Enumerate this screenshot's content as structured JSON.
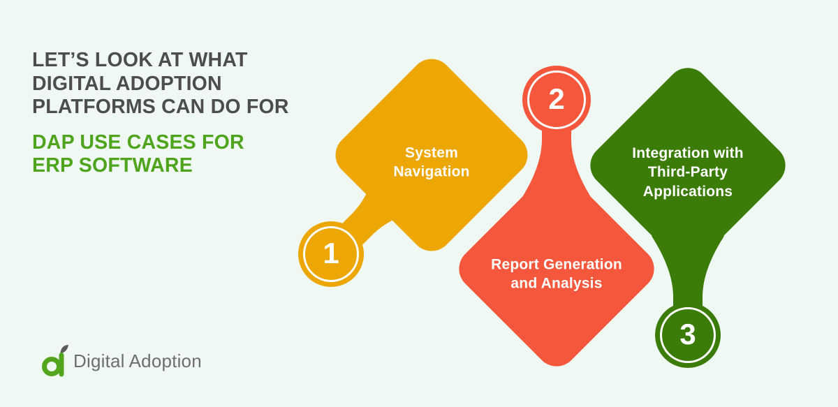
{
  "background": "#EFF8F2",
  "header": {
    "title": "LET’S LOOK AT WHAT\nDIGITAL ADOPTION\nPLATFORMS CAN DO FOR",
    "title_color": "#4D4D4D",
    "subtitle": "DAP USE CASES FOR\nERP SOFTWARE",
    "subtitle_color": "#4FA41D"
  },
  "diagram": {
    "nodes": [
      {
        "number": "1",
        "label": "System\nNavigation",
        "color": "#EDA705"
      },
      {
        "number": "2",
        "label": "Report Generation\nand Analysis",
        "color": "#F4573C"
      },
      {
        "number": "3",
        "label": "Integration with\nThird-Party\nApplications",
        "color": "#3B7B07"
      }
    ],
    "ring_color": "#FFFFFF",
    "label_color": "#FFFFFF",
    "number_color": "#FFFFFF"
  },
  "logo": {
    "text": "Digital Adoption",
    "text_color": "#6E6E6E",
    "mark_green": "#52A51D",
    "leaf_gray": "#5B5B5B"
  }
}
